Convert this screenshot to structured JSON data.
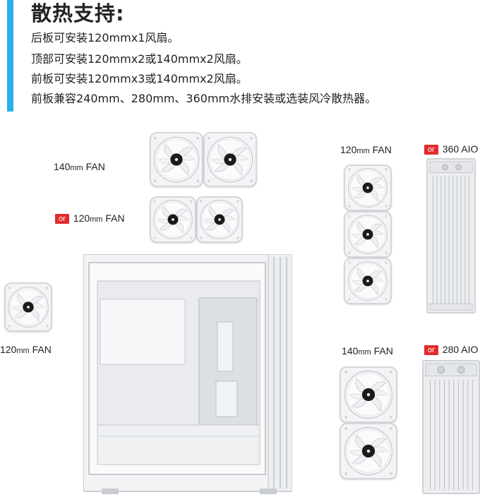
{
  "heading": "散热支持:",
  "features": [
    "后板可安装120mmx1风扇。",
    "顶部可安装120mmx2或140mmx2风扇。",
    "前板可安装120mmx3或140mmx2风扇。",
    "前板兼容240mm、280mm、360mm水排安装或选装风冷散热器。"
  ],
  "labels": {
    "top_140": {
      "num": "140",
      "unit": "mm",
      "suffix": " FAN"
    },
    "top_120": {
      "or": "or",
      "num": "120",
      "unit": "mm",
      "suffix": " FAN"
    },
    "rear_120": {
      "num": "120",
      "unit": "mm",
      "suffix": " FAN"
    },
    "front_120": {
      "num": "120",
      "unit": "mm",
      "suffix": " FAN"
    },
    "front_360": {
      "or": "or",
      "text": "360 AIO"
    },
    "front_140": {
      "num": "140",
      "unit": "mm",
      "suffix": " FAN"
    },
    "front_280": {
      "or": "or",
      "text": "280 AIO"
    }
  },
  "colors": {
    "accent_bar": "#2ab0ea",
    "or_badge": "#e02c2c",
    "fan_hub": "#1a1a1a",
    "case_frame": "#f2f3f5"
  },
  "icons": [
    "fan-icon",
    "radiator-icon",
    "pc-case-icon"
  ]
}
